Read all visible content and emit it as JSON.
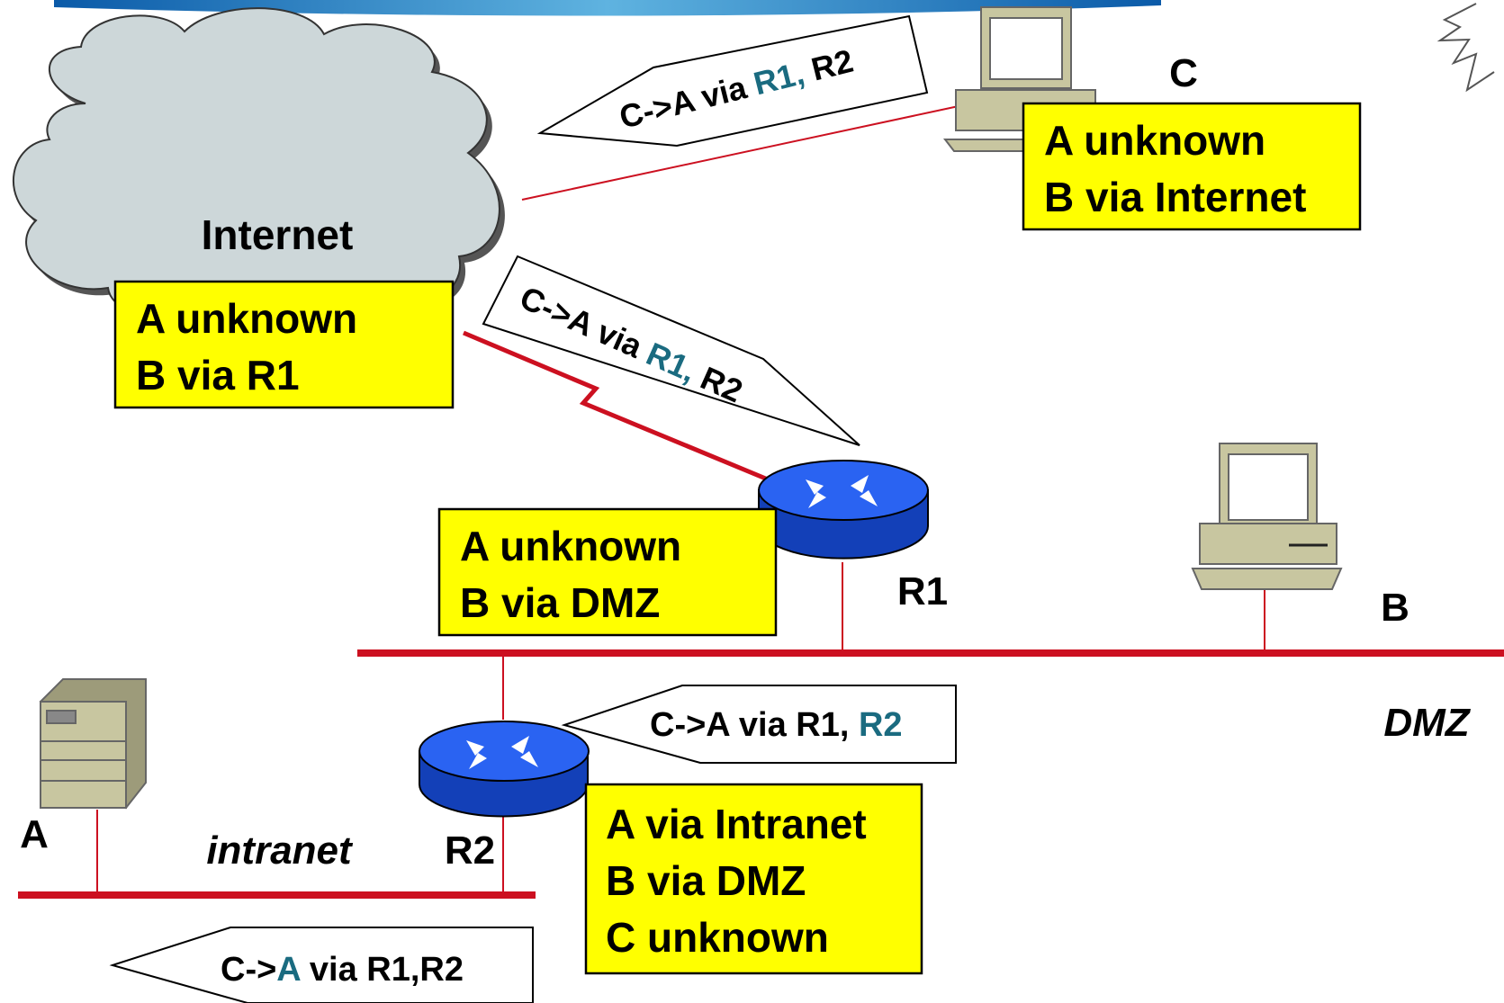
{
  "colors": {
    "link": "#cc1020",
    "note_fill": "#ffff00",
    "accent_teal": "#1a6b80",
    "cloud_fill": "#cdd7d9",
    "router_blue": "#1e5cf0",
    "device_beige": "#c8c6a0"
  },
  "nodes": {
    "internet": "Internet",
    "host_c": "C",
    "host_b": "B",
    "host_a": "A",
    "router_1": "R1",
    "router_2": "R2",
    "dmz": "DMZ",
    "intranet": "intranet"
  },
  "routing_tables": {
    "host_c": [
      "A unknown",
      "B via Internet"
    ],
    "internet": [
      "A unknown",
      "B via R1"
    ],
    "router_1": [
      "A unknown",
      "B via DMZ"
    ],
    "router_2": [
      "A via Intranet",
      "B via DMZ",
      "C unknown"
    ]
  },
  "packets": {
    "to_internet": {
      "prefix": "C->A via ",
      "r1": "R1,",
      "r2": " R2"
    },
    "to_r1": {
      "prefix": "C->A via ",
      "r1": "R1,",
      "r2": " R2"
    },
    "to_r2": {
      "prefix": "C->A via R1, ",
      "r2": "R2"
    },
    "to_a": {
      "prefix": "C->",
      "dest": "A",
      "suffix": " via R1,R2"
    }
  }
}
